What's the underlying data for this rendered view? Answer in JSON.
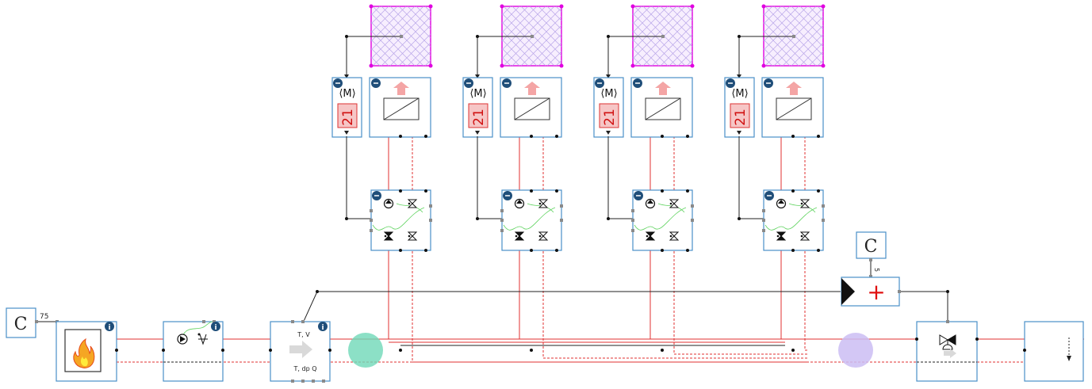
{
  "constants": {
    "left_value": "C",
    "left_param": "75",
    "top_value": "C",
    "top_param": "5"
  },
  "setpoint_blocks": [
    {
      "label": "21"
    },
    {
      "label": "21"
    },
    {
      "label": "21"
    },
    {
      "label": "21"
    }
  ],
  "sensor": {
    "top_labels": "T, V",
    "bottom_labels": "T, dp  Q"
  },
  "icons": {
    "info": "i",
    "collapse": "–",
    "add": "+"
  },
  "colors": {
    "supply_line": "#e03030",
    "return_line": "#e03030",
    "block_border": "#4a90c8",
    "room_border": "#e000e0",
    "green_node": "#6fd8b8",
    "purple_node": "#cbbdf3",
    "badge": "#1f4e79"
  }
}
